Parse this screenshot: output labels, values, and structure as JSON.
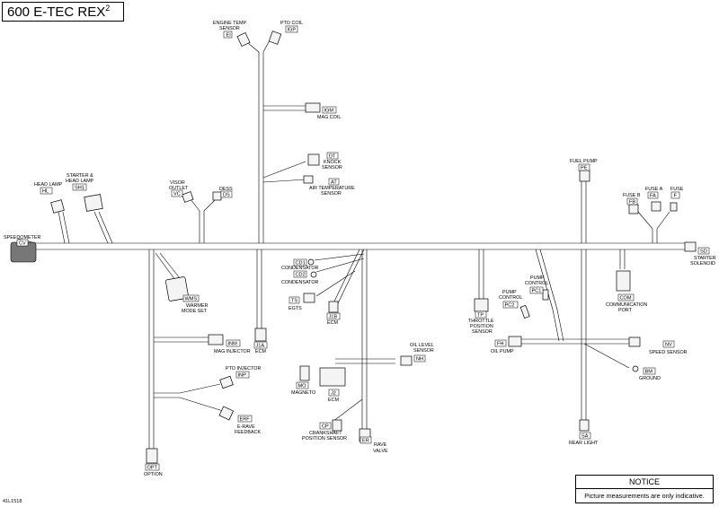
{
  "title": {
    "main": "600 E-TEC REX",
    "superscript": "2"
  },
  "notice": {
    "heading": "NOTICE",
    "text": "Picture measurements are only indicative."
  },
  "reference_code": "41L1518",
  "components": {
    "hl": {
      "code": "HL",
      "label": [
        "HEAD LAMP"
      ]
    },
    "sh1": {
      "code": "SH1",
      "label": [
        "STARTER &",
        "HEAD LAMP"
      ]
    },
    "cv": {
      "code": "CV",
      "label": [
        "SPEEDOMETER"
      ]
    },
    "vc": {
      "code": "VC",
      "label": [
        "VISOR",
        "OUTLET"
      ]
    },
    "ds": {
      "code": "DS",
      "label": [
        "DESS"
      ]
    },
    "ei": {
      "code": "EI",
      "label": [
        "ENGINE TEMP",
        "SENSOR"
      ]
    },
    "ip": {
      "code": "IGP",
      "label": [
        "PTO COIL"
      ]
    },
    "igm": {
      "code": "IGM",
      "label": [
        "MAG COIL"
      ]
    },
    "dt": {
      "code": "DT",
      "label": [
        "KNOCK",
        "SENSOR"
      ]
    },
    "at": {
      "code": "AT",
      "label": [
        "AIR TEMPERATURE",
        "SENSOR"
      ]
    },
    "cd1": {
      "code": "CD1",
      "label": [
        "CONDENSATOR"
      ]
    },
    "cd2": {
      "code": "CD2",
      "label": [
        "CONDENSATOR"
      ]
    },
    "ts": {
      "code": "TS",
      "label": [
        "EGTS"
      ]
    },
    "j1b": {
      "code": "J1B",
      "label": [
        "ECM"
      ]
    },
    "j1a": {
      "code": "J1A",
      "label": [
        "ECM"
      ]
    },
    "wms": {
      "code": "WMS",
      "label": [
        "WARMER",
        "MODE SET"
      ]
    },
    "inm": {
      "code": "INM",
      "label": [
        "MAG INJECTOR"
      ]
    },
    "inp": {
      "code": "INP",
      "label": [
        "PTO INJECTOR"
      ]
    },
    "erf": {
      "code": "ERF",
      "label": [
        "E-RAVE",
        "FEEDBACK"
      ]
    },
    "opt": {
      "code": "OPT",
      "label": [
        "OPTION"
      ]
    },
    "mo": {
      "code": "MO",
      "label": [
        "MAGNETO"
      ]
    },
    "j2": {
      "code": "J2",
      "label": [
        "ECM"
      ]
    },
    "nh": {
      "code": "NH",
      "label": [
        "OIL LEVEL",
        "SENSOR"
      ]
    },
    "cp": {
      "code": "CP",
      "label": [
        "CRANKSHAFT",
        "POSITION SENSOR"
      ]
    },
    "er": {
      "code": "ER",
      "label": [
        "RAVE",
        "VALVE"
      ]
    },
    "tp": {
      "code": "TP",
      "label": [
        "THROTTLE",
        "POSITION",
        "SENSOR"
      ]
    },
    "pc2": {
      "code": "PC2",
      "label": [
        "PUMP",
        "CONTROL"
      ]
    },
    "pc1": {
      "code": "PC1",
      "label": [
        "PUMP",
        "CONTROL"
      ]
    },
    "fh": {
      "code": "FH",
      "label": [
        "OIL PUMP"
      ]
    },
    "pe": {
      "code": "PE",
      "label": [
        "FUEL PUMP"
      ]
    },
    "fb": {
      "code": "FB",
      "label": [
        "FUSE B"
      ]
    },
    "fa": {
      "code": "FA",
      "label": [
        "FUSE A"
      ]
    },
    "f": {
      "code": "F",
      "label": [
        "FUSE"
      ]
    },
    "com": {
      "code": "COM",
      "label": [
        "COMMUNICATION",
        "PORT"
      ]
    },
    "sd": {
      "code": "SD",
      "label": [
        "STARTER",
        "SOLENOID"
      ]
    },
    "nv": {
      "code": "NV",
      "label": [
        "SPEED SENSOR"
      ]
    },
    "bm": {
      "code": "BM",
      "label": [
        "GROUND"
      ]
    },
    "sa": {
      "code": "SA",
      "label": [
        "REAR LIGHT"
      ]
    }
  }
}
